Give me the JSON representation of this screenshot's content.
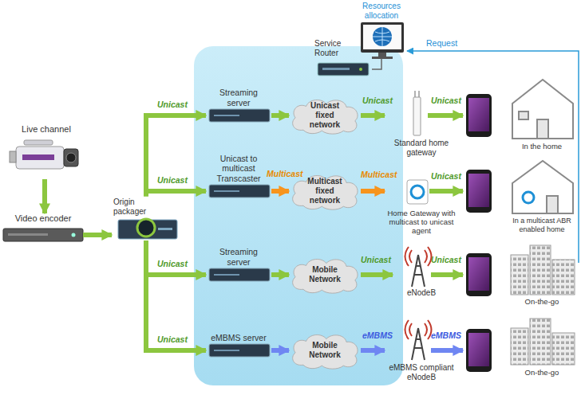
{
  "diagram": {
    "nodes": [
      {
        "text": [
          "Live channel"
        ]
      },
      {
        "text": [
          "Video encoder"
        ]
      },
      {
        "text": [
          "Origin packager"
        ]
      },
      {
        "text": [
          "Resources allocation"
        ]
      },
      {
        "text": [
          "Service Router"
        ]
      },
      {
        "text": [
          "Streaming server"
        ]
      },
      {
        "text": [
          "Unicast fixed network"
        ]
      },
      {
        "text": [
          "Standard home gateway"
        ]
      },
      {
        "text": [
          "In the home"
        ]
      },
      {
        "text": [
          "Unicast to multicast Transcaster"
        ]
      },
      {
        "text": [
          "Multicast fixed network"
        ]
      },
      {
        "text": [
          "Home Gateway with multicast to unicast agent"
        ]
      },
      {
        "text": [
          "In a multicast ABR enabled home"
        ]
      },
      {
        "text": [
          "Streaming server"
        ]
      },
      {
        "text": [
          "Mobile Network"
        ]
      },
      {
        "text": [
          "eNodeB"
        ]
      },
      {
        "text": [
          "On-the-go"
        ]
      },
      {
        "text": [
          "eMBMS server"
        ]
      },
      {
        "text": [
          "Mobile Network"
        ]
      },
      {
        "text": [
          "eMBMS compliant eNodeB"
        ]
      },
      {
        "text": [
          "On-the-go"
        ]
      }
    ],
    "edges": [
      {
        "from": 0,
        "to": 1,
        "arrow": "to"
      },
      {
        "from": 1,
        "to": 2,
        "arrow": "to"
      },
      {
        "from": 2,
        "to": 5,
        "label": "Unicast",
        "arrow": "to"
      },
      {
        "from": 2,
        "to": 9,
        "label": "Unicast",
        "arrow": "to"
      },
      {
        "from": 2,
        "to": 13,
        "label": "Unicast",
        "arrow": "to"
      },
      {
        "from": 2,
        "to": 17,
        "label": "Unicast",
        "arrow": "to"
      },
      {
        "from": 5,
        "to": 6,
        "arrow": "to"
      },
      {
        "from": 9,
        "to": 10,
        "label": "Multicast",
        "arrow": "to"
      },
      {
        "from": 13,
        "to": 14,
        "arrow": "to"
      },
      {
        "from": 17,
        "to": 18,
        "arrow": "to"
      },
      {
        "from": 6,
        "to": 7,
        "label": "Unicast",
        "arrow": "to"
      },
      {
        "from": 10,
        "to": 11,
        "label": "Multicast",
        "arrow": "to"
      },
      {
        "from": 14,
        "to": 15,
        "label": "Unicast",
        "arrow": "to"
      },
      {
        "from": 18,
        "to": 19,
        "label": "eMBMS",
        "arrow": "to"
      },
      {
        "from": 4,
        "to": 3,
        "arrow": "none"
      }
    ],
    "labels": [
      "Unicast",
      "Unicast",
      "Unicast",
      "eMBMS",
      "Request"
    ]
  }
}
